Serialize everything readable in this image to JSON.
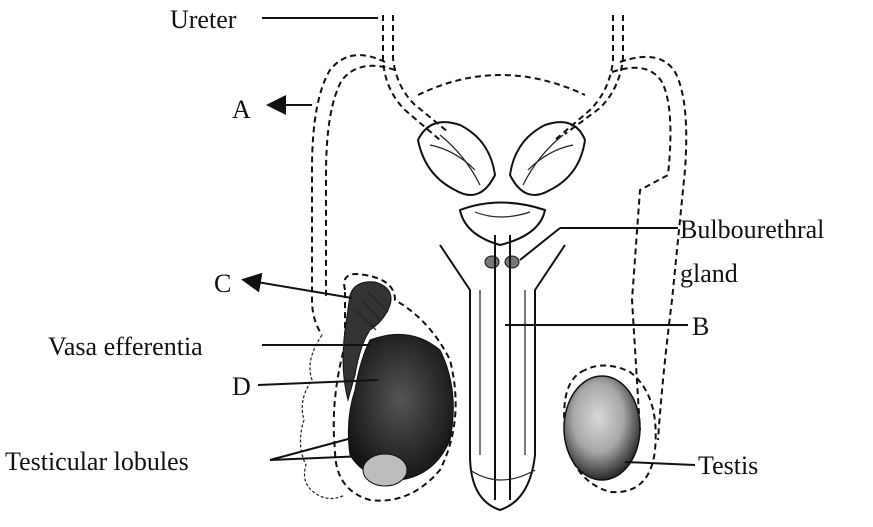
{
  "labels": {
    "ureter": "Ureter",
    "a": "A",
    "c": "C",
    "vasa_efferentia": "Vasa efferentia",
    "d": "D",
    "testicular_lobules": "Testicular lobules",
    "bulbourethral_line1": "Bulbourethral",
    "bulbourethral_line2": "gland",
    "b": "B",
    "testis": "Testis"
  }
}
